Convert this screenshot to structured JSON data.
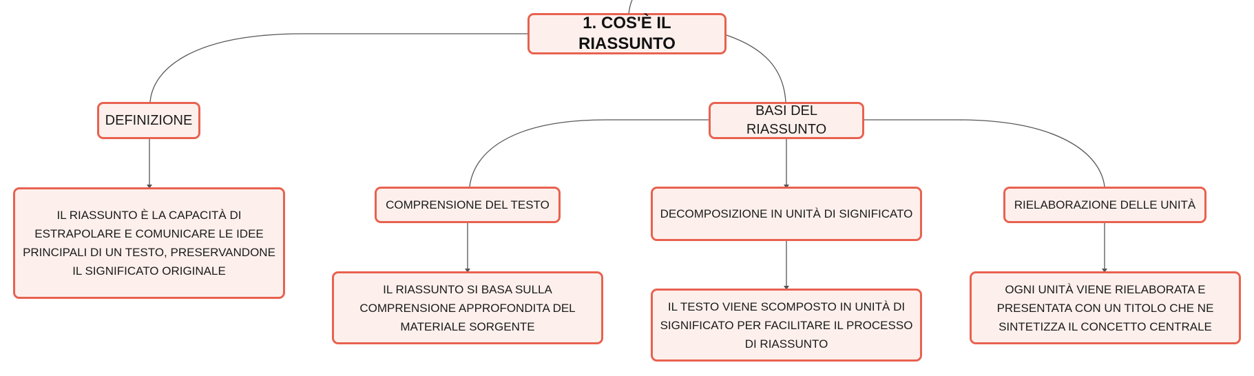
{
  "diagram": {
    "root": {
      "label": "1. COS'È IL RIASSUNTO"
    },
    "definizione": {
      "label": "DEFINIZIONE"
    },
    "definizione_text": {
      "label": "IL RIASSUNTO È LA CAPACITÀ DI ESTRAPOLARE E COMUNICARE LE IDEE PRINCIPALI DI UN TESTO, PRESERVANDONE IL SIGNIFICATO ORIGINALE"
    },
    "basi": {
      "label": "BASI DEL RIASSUNTO"
    },
    "comprensione": {
      "label": "COMPRENSIONE DEL TESTO"
    },
    "comprensione_text": {
      "label": "IL RIASSUNTO SI BASA SULLA COMPRENSIONE APPROFONDITA DEL MATERIALE SORGENTE"
    },
    "decomposizione": {
      "label": "DECOMPOSIZIONE IN UNITÀ DI SIGNIFICATO"
    },
    "decomposizione_text": {
      "label": "IL TESTO VIENE SCOMPOSTO IN UNITÀ DI SIGNIFICATO PER FACILITARE IL PROCESSO DI RIASSUNTO"
    },
    "rielaborazione": {
      "label": "RIELABORAZIONE DELLE UNITÀ"
    },
    "rielaborazione_text": {
      "label": "OGNI UNITÀ VIENE RIELABORATA E PRESENTATA CON UN TITOLO CHE NE SINTETIZZA IL CONCETTO CENTRALE"
    },
    "colors": {
      "node_fill": "#fdf0ec",
      "node_border": "#e8614f",
      "link": "#555555"
    }
  }
}
